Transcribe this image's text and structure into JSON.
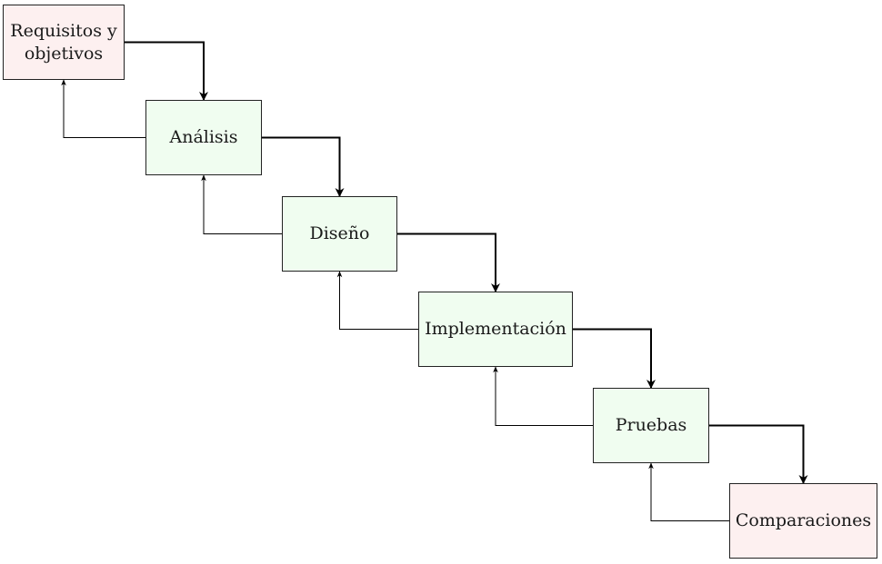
{
  "diagram": {
    "nodes": [
      {
        "id": "requisitos",
        "label": "Requisitos y objetivos",
        "fill": "#fdf0f0"
      },
      {
        "id": "analisis",
        "label": "Análisis",
        "fill": "#f0fdf0"
      },
      {
        "id": "diseno",
        "label": "Diseño",
        "fill": "#f0fdf0"
      },
      {
        "id": "implementacion",
        "label": "Implementación",
        "fill": "#f0fdf0"
      },
      {
        "id": "pruebas",
        "label": "Pruebas",
        "fill": "#f0fdf0"
      },
      {
        "id": "comparaciones",
        "label": "Comparaciones",
        "fill": "#fdf0f0"
      }
    ],
    "edges": [
      {
        "from": "requisitos",
        "to": "analisis",
        "kind": "forward"
      },
      {
        "from": "analisis",
        "to": "diseno",
        "kind": "forward"
      },
      {
        "from": "diseno",
        "to": "implementacion",
        "kind": "forward"
      },
      {
        "from": "implementacion",
        "to": "pruebas",
        "kind": "forward"
      },
      {
        "from": "pruebas",
        "to": "comparaciones",
        "kind": "forward"
      },
      {
        "from": "analisis",
        "to": "requisitos",
        "kind": "feedback"
      },
      {
        "from": "diseno",
        "to": "analisis",
        "kind": "feedback"
      },
      {
        "from": "implementacion",
        "to": "diseno",
        "kind": "feedback"
      },
      {
        "from": "pruebas",
        "to": "implementacion",
        "kind": "feedback"
      },
      {
        "from": "comparaciones",
        "to": "pruebas",
        "kind": "feedback"
      }
    ],
    "colors": {
      "line": "#000000",
      "border": "#222222",
      "text": "#1a1a1a"
    }
  }
}
